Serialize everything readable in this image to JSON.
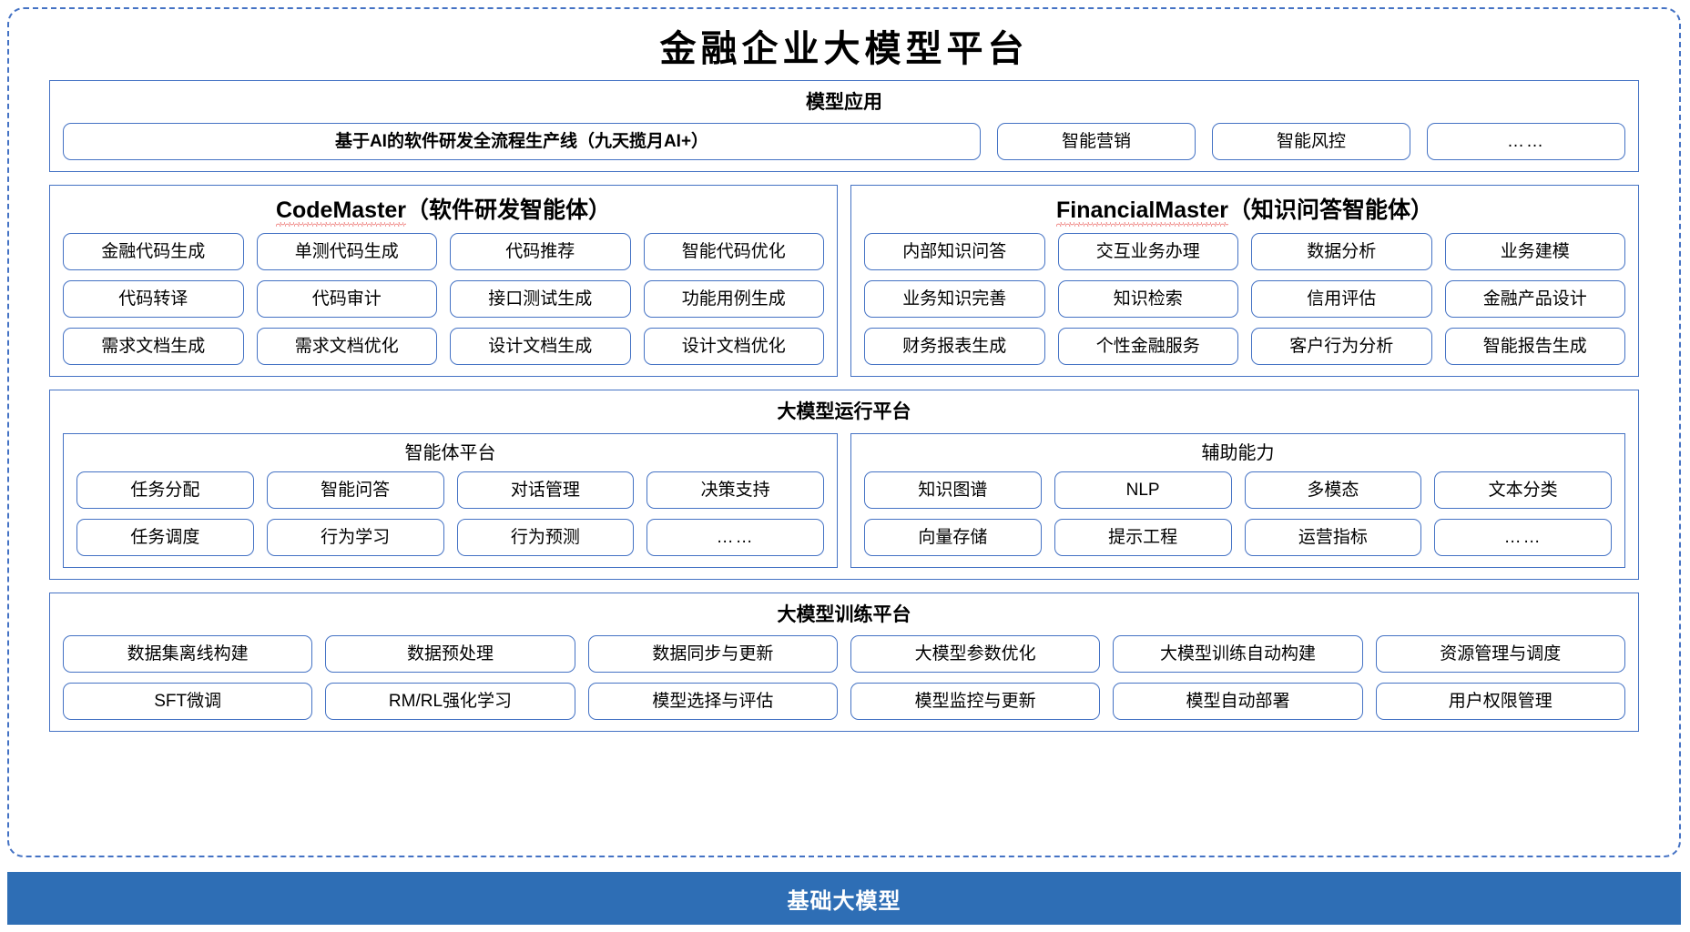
{
  "platform": {
    "title": "金融企业大模型平台"
  },
  "model_application": {
    "title": "模型应用",
    "primary_app": "基于AI的软件研发全流程生产线（九天揽月AI+）",
    "apps": [
      "智能营销",
      "智能风控",
      "……"
    ]
  },
  "agents": [
    {
      "name_en": "CodeMaster",
      "name_cn": "（软件研发智能体）",
      "capabilities": [
        [
          "金融代码生成",
          "单测代码生成",
          "代码推荐",
          "智能代码优化"
        ],
        [
          "代码转译",
          "代码审计",
          "接口测试生成",
          "功能用例生成"
        ],
        [
          "需求文档生成",
          "需求文档优化",
          "设计文档生成",
          "设计文档优化"
        ]
      ]
    },
    {
      "name_en": "FinancialMaster",
      "name_cn": "（知识问答智能体）",
      "capabilities": [
        [
          "内部知识问答",
          "交互业务办理",
          "数据分析",
          "业务建模"
        ],
        [
          "业务知识完善",
          "知识检索",
          "信用评估",
          "金融产品设计"
        ],
        [
          "财务报表生成",
          "个性金融服务",
          "客户行为分析",
          "智能报告生成"
        ]
      ]
    }
  ],
  "runtime_platform": {
    "title": "大模型运行平台",
    "panels": [
      {
        "title": "智能体平台",
        "items": [
          [
            "任务分配",
            "智能问答",
            "对话管理",
            "决策支持"
          ],
          [
            "任务调度",
            "行为学习",
            "行为预测",
            "……"
          ]
        ]
      },
      {
        "title": "辅助能力",
        "items": [
          [
            "知识图谱",
            "NLP",
            "多模态",
            "文本分类"
          ],
          [
            "向量存储",
            "提示工程",
            "运营指标",
            "……"
          ]
        ]
      }
    ]
  },
  "training_platform": {
    "title": "大模型训练平台",
    "items": [
      [
        "数据集离线构建",
        "数据预处理",
        "数据同步与更新",
        "大模型参数优化",
        "大模型训练自动构建",
        "资源管理与调度"
      ],
      [
        "SFT微调",
        "RM/RL强化学习",
        "模型选择与评估",
        "模型监控与更新",
        "模型自动部署",
        "用户权限管理"
      ]
    ]
  },
  "base_model": {
    "label": "基础大模型"
  },
  "colors": {
    "accent_blue": "#4472c4",
    "base_bar_blue": "#2e6eb5",
    "spellcheck_red": "#e53935"
  }
}
